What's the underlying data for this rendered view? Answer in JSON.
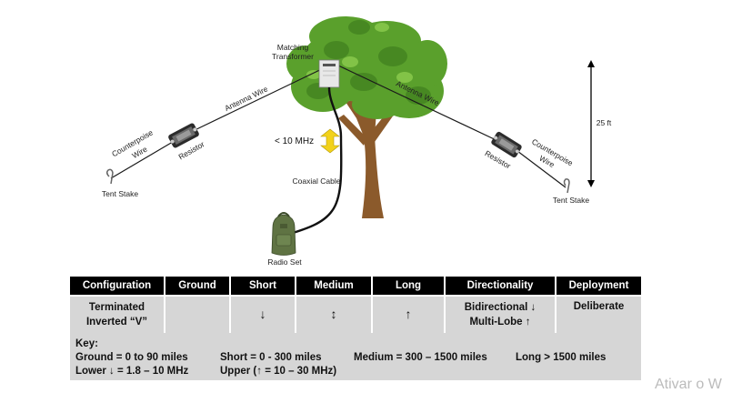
{
  "diagram": {
    "labels": {
      "matching_transformer_line1": "Matching",
      "matching_transformer_line2": "Transformer",
      "antenna_wire_left": "Antenna Wire",
      "antenna_wire_right": "Antenna Wire",
      "counterpoise_left_line1": "Counterpoise",
      "counterpoise_left_line2": "Wire",
      "counterpoise_right_line1": "Counterpoise",
      "counterpoise_right_line2": "Wire",
      "resistor_left": "Resistor",
      "resistor_right": "Resistor",
      "tent_stake_left": "Tent Stake",
      "tent_stake_right": "Tent Stake",
      "frequency": "< 10 MHz",
      "coaxial_cable": "Coaxial Cable",
      "radio_set": "Radio Set",
      "height": "25 ft"
    },
    "colors": {
      "wire": "#1a1a1a",
      "leaf_green": "#5aa02c",
      "trunk_brown": "#8b5a2b",
      "backpack_green": "#5f7343",
      "arrow_yellow": "#f2d21b"
    }
  },
  "table": {
    "headers": [
      "Configuration",
      "Ground",
      "Short",
      "Medium",
      "Long",
      "Directionality",
      "Deployment"
    ],
    "row": {
      "configuration_line1": "Terminated",
      "configuration_line2": "Inverted “V”",
      "ground": "",
      "short": "↓",
      "medium": "↕",
      "long": "↑",
      "directionality_line1": "Bidirectional ↓",
      "directionality_line2": "Multi-Lobe ↑",
      "deployment": "Deliberate"
    }
  },
  "key": {
    "title": "Key:",
    "ground": "Ground = 0 to 90 miles",
    "short": "Short = 0 - 300 miles",
    "medium": "Medium = 300 – 1500 miles",
    "long": "Long > 1500 miles",
    "lower": "Lower ↓ = 1.8 – 10 MHz",
    "upper": "Upper (↑ = 10 – 30 MHz)"
  },
  "watermark": "Ativar o W"
}
